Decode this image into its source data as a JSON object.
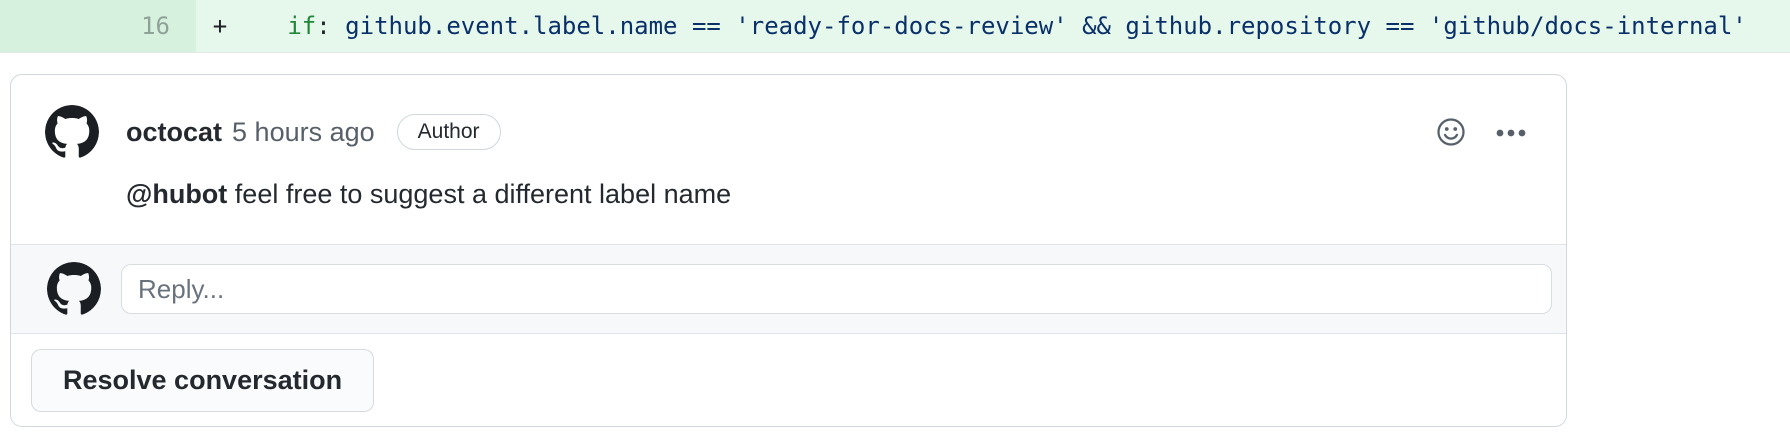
{
  "diff_line": {
    "line_number": "16",
    "change_marker": "+",
    "code_tokens": [
      {
        "text": "   ",
        "type": "indent"
      },
      {
        "text": "if",
        "type": "keyword"
      },
      {
        "text": ": ",
        "type": "punctuation"
      },
      {
        "text": "github.event.label.name == 'ready-for-docs-review' && github.repository == 'github/docs-internal'",
        "type": "code"
      }
    ],
    "colors": {
      "code_background": "#e6f7ec",
      "gutter_background": "#d6f1de",
      "keyword_color": "#22863a",
      "code_text_color": "#0a3069"
    }
  },
  "comment_thread": {
    "comment": {
      "author": "octocat",
      "timestamp": "5 hours ago",
      "role_badge": "Author",
      "body": {
        "mention": "@hubot",
        "text": " feel free to suggest a different label name"
      }
    },
    "header_icons": [
      {
        "name": "smiley-icon"
      },
      {
        "name": "kebab-menu-icon"
      }
    ],
    "reply_box": {
      "placeholder": "Reply..."
    },
    "resolve_button_label": "Resolve conversation",
    "colors": {
      "card_border": "#d0d7de",
      "reply_row_background": "#f6f8fa",
      "icon_color": "#57606a"
    }
  }
}
